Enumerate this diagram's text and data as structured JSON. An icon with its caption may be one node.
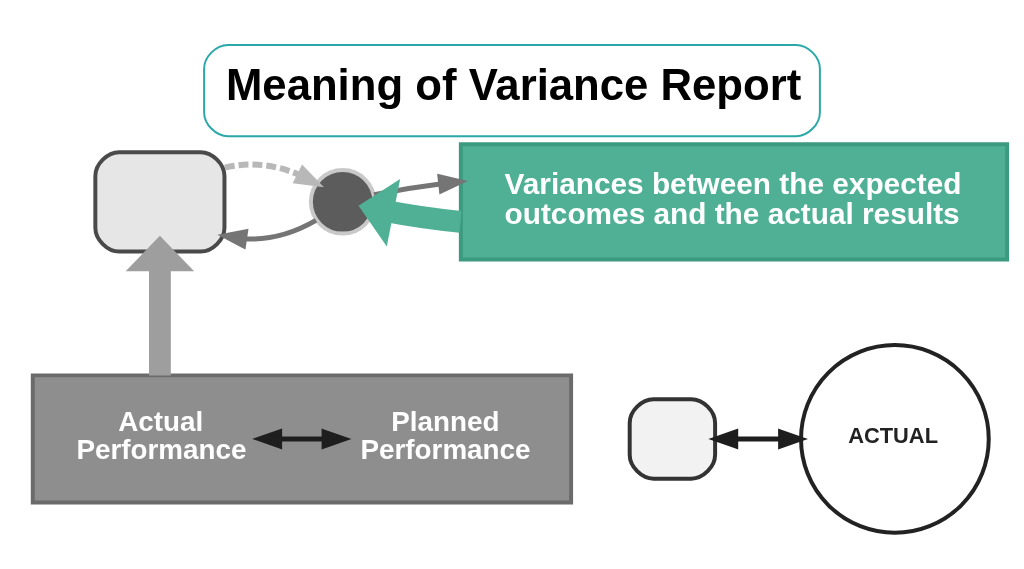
{
  "diagram": {
    "title": "Meaning of Variance Report",
    "nodes": [
      {
        "text": [],
        "shape": "box"
      },
      {
        "text": [],
        "shape": "circle"
      },
      {
        "text": [],
        "shape": "box"
      },
      {
        "text": [
          "ACTUAL"
        ]
      },
      {
        "text": [
          "Variances between the expected outcomes and the actual results"
        ]
      },
      {
        "text": [],
        "shape": "box"
      },
      {
        "text": [
          "Actual Performance"
        ],
        "in": 5
      },
      {
        "text": [
          "Planned Performance"
        ],
        "in": 5
      }
    ],
    "edges": [
      {
        "from": 5,
        "to": 0,
        "arrow": "to",
        "style": "thick",
        "color": "#9e9e9e"
      },
      {
        "from": 0,
        "to": 1,
        "arrow": "to",
        "style": "dashed",
        "color": "#b8b8b8"
      },
      {
        "from": 1,
        "to": 0,
        "arrow": "to",
        "color": "#757575"
      },
      {
        "from": 1,
        "to": 4,
        "arrow": "to",
        "color": "#757575"
      },
      {
        "from": 4,
        "to": 1,
        "arrow": "to",
        "style": "thick",
        "color": "#4fb095"
      },
      {
        "from": 2,
        "to": 3,
        "arrow": "both",
        "color": "#1e1e1e"
      },
      {
        "from": 6,
        "to": 7,
        "arrow": "both",
        "color": "#1e1e1e"
      }
    ]
  }
}
